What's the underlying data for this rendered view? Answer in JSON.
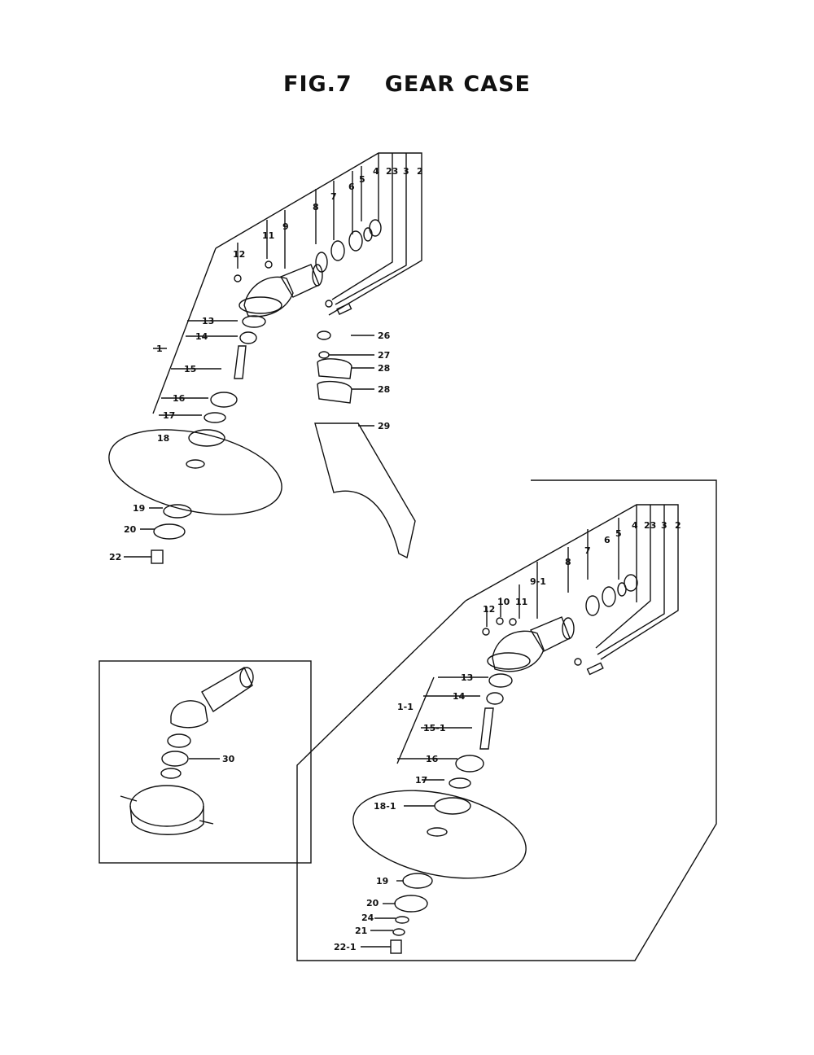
{
  "title": {
    "fig": "FIG.7",
    "name": "GEAR CASE"
  },
  "diagram_a": {
    "bracket_labels": [
      "4",
      "23",
      "3",
      "2"
    ],
    "labels": {
      "l12": "12",
      "l11": "11",
      "l9": "9",
      "l8": "8",
      "l7": "7",
      "l6": "6",
      "l5": "5",
      "l13": "13",
      "l14": "14",
      "l1": "1",
      "l15": "15",
      "l16": "16",
      "l17": "17",
      "l18": "18",
      "l19": "19",
      "l20": "20",
      "l22": "22",
      "l26": "26",
      "l27": "27",
      "l28a": "28",
      "l28b": "28",
      "l29": "29"
    }
  },
  "diagram_b": {
    "bracket_labels": [
      "4",
      "23",
      "3",
      "2"
    ],
    "labels": {
      "l12": "12",
      "l10": "10",
      "l11": "11",
      "l91": "9-1",
      "l8": "8",
      "l7": "7",
      "l6": "6",
      "l5": "5",
      "l13": "13",
      "l14": "14",
      "l11b": "1-1",
      "l151": "15-1",
      "l16": "16",
      "l17": "17",
      "l181": "18-1",
      "l19": "19",
      "l20": "20",
      "l24": "24",
      "l21": "21",
      "l221": "22-1"
    }
  },
  "inset": {
    "label": "30"
  }
}
